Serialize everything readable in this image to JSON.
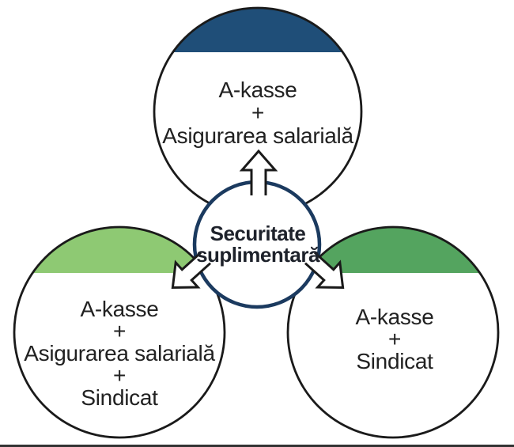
{
  "diagram": {
    "background": "#ffffff",
    "outline_color": "#1a1a1a",
    "text_color": "#212121",
    "center_circle": {
      "lines": [
        "Securitate",
        "suplimentară"
      ],
      "border_color": "#1b3a5f",
      "text_color": "#1e222b"
    },
    "top_circle": {
      "cap_color": "#1f4e78",
      "lines": [
        "A-kasse",
        "+",
        "Asigurarea salarială"
      ]
    },
    "bottom_left_circle": {
      "cap_color": "#8ec973",
      "lines": [
        "A-kasse",
        "+",
        "Asigurarea salarială",
        "+",
        "Sindicat"
      ]
    },
    "bottom_right_circle": {
      "cap_color": "#54a45f",
      "lines": [
        "A-kasse",
        "+",
        "Sindicat"
      ]
    },
    "arrow": {
      "fill": "#ffffff",
      "stroke": "#1a1a1a"
    },
    "bottom_edge_color": "#333333"
  }
}
